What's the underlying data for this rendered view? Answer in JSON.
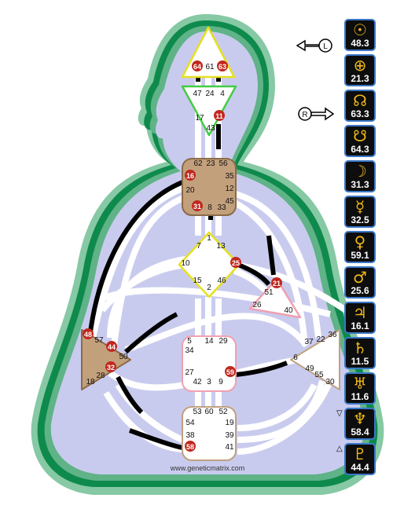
{
  "watermark": "www.geneticmatrix.com",
  "arrows": {
    "left_label": "L",
    "right_label": "R"
  },
  "colors": {
    "defined_center": "#c3a07c",
    "undefined_center": "#ffffff",
    "channel_defined": "#000000",
    "activation_badge": "#c0281e",
    "body_fill": "#c9cbee",
    "body_outline_dark": "#0e8a4c",
    "body_outline_light": "#86c9a4",
    "planet_box_border": "#3a78c8"
  },
  "centers": [
    {
      "name": "head",
      "defined": false,
      "border_color": "#e6e020"
    },
    {
      "name": "ajna",
      "defined": false,
      "border_color": "#44cc44"
    },
    {
      "name": "throat",
      "defined": true,
      "border_color": "#8a6a48"
    },
    {
      "name": "g",
      "defined": false,
      "border_color": "#e6e020"
    },
    {
      "name": "heart",
      "defined": false,
      "border_color": "#f0a0b0"
    },
    {
      "name": "spleen",
      "defined": true,
      "border_color": "#8a6a48"
    },
    {
      "name": "sacral",
      "defined": false,
      "border_color": "#f0a0b0"
    },
    {
      "name": "solar-plexus",
      "defined": false,
      "border_color": "#c0a080"
    },
    {
      "name": "root",
      "defined": false,
      "border_color": "#c0a080"
    }
  ],
  "gates": {
    "head": [
      "64",
      "61",
      "63"
    ],
    "ajna": [
      "47",
      "24",
      "4",
      "17",
      "43",
      "11"
    ],
    "throat": [
      "62",
      "23",
      "56",
      "16",
      "35",
      "20",
      "12",
      "31",
      "8",
      "33",
      "45"
    ],
    "g": [
      "1",
      "7",
      "13",
      "10",
      "25",
      "15",
      "46",
      "2"
    ],
    "heart": [
      "21",
      "51",
      "26",
      "40"
    ],
    "spleen": [
      "48",
      "57",
      "44",
      "50",
      "32",
      "28",
      "18"
    ],
    "sacral": [
      "5",
      "14",
      "29",
      "34",
      "27",
      "42",
      "3",
      "9",
      "59"
    ],
    "solar_plexus": [
      "36",
      "37",
      "22",
      "6",
      "49",
      "55",
      "30"
    ],
    "root": [
      "53",
      "60",
      "52",
      "54",
      "19",
      "38",
      "39",
      "58",
      "41"
    ]
  },
  "activated_gates": [
    "64",
    "63",
    "11",
    "16",
    "31",
    "25",
    "21",
    "48",
    "44",
    "32",
    "59",
    "58"
  ],
  "planets": [
    {
      "name": "sun",
      "glyph": "☉",
      "value": "48.3",
      "mark": ""
    },
    {
      "name": "earth",
      "glyph": "⊕",
      "value": "21.3",
      "mark": ""
    },
    {
      "name": "north-node",
      "glyph": "☊",
      "value": "63.3",
      "mark": ""
    },
    {
      "name": "south-node",
      "glyph": "☋",
      "value": "64.3",
      "mark": ""
    },
    {
      "name": "moon",
      "glyph": "☽",
      "value": "31.3",
      "mark": ""
    },
    {
      "name": "mercury",
      "glyph": "☿",
      "value": "32.5",
      "mark": ""
    },
    {
      "name": "venus",
      "glyph": "♀",
      "value": "59.1",
      "mark": ""
    },
    {
      "name": "mars",
      "glyph": "♂",
      "value": "25.6",
      "mark": ""
    },
    {
      "name": "jupiter",
      "glyph": "♃",
      "value": "16.1",
      "mark": ""
    },
    {
      "name": "saturn",
      "glyph": "♄",
      "value": "11.5",
      "mark": ""
    },
    {
      "name": "uranus",
      "glyph": "♅",
      "value": "11.6",
      "mark": ""
    },
    {
      "name": "neptune",
      "glyph": "♆",
      "value": "58.4",
      "mark": "▽"
    },
    {
      "name": "pluto",
      "glyph": "♇",
      "value": "44.4",
      "mark": "△"
    }
  ]
}
